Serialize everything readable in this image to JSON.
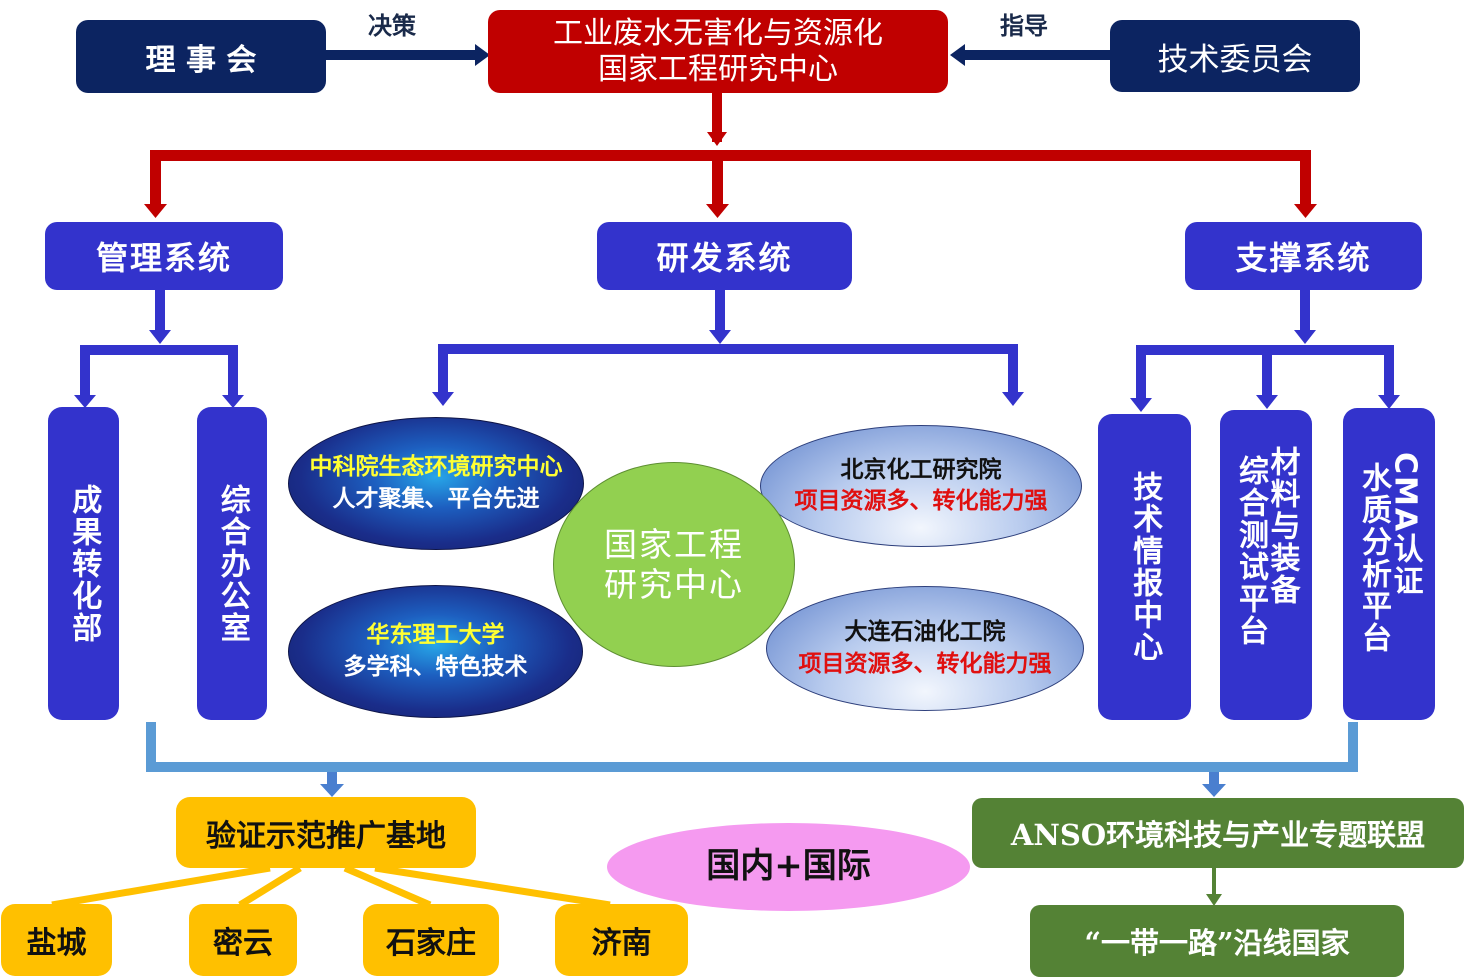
{
  "top": {
    "board": "理 事 会",
    "center_line1": "工业废水无害化与资源化",
    "center_line2": "国家工程研究中心",
    "committee": "技术委员会",
    "left_arrow_label": "决策",
    "right_arrow_label": "指导"
  },
  "systems": {
    "management": "管理系统",
    "rnd": "研发系统",
    "support": "支撑系统"
  },
  "management_units": [
    "成果转化部",
    "综合办公室"
  ],
  "support_units": [
    {
      "lines": [
        "技术情报中心"
      ]
    },
    {
      "lines": [
        "综合测试平台",
        "材料与装备"
      ]
    },
    {
      "lines": [
        "水质分析平台",
        "CMA认证"
      ]
    }
  ],
  "rnd_hub": {
    "center_line1": "国家工程",
    "center_line2": "研究中心",
    "partners": [
      {
        "name": "中科院生态环境研究中心",
        "desc": "人才聚集、平台先进"
      },
      {
        "name": "华东理工大学",
        "desc": "多学科、特色技术"
      },
      {
        "name": "北京化工研究院",
        "desc": "项目资源多、转化能力强"
      },
      {
        "name": "大连石油化工院",
        "desc": "项目资源多、转化能力强"
      }
    ]
  },
  "bottom": {
    "demo_base": "验证示范推广基地",
    "sites": [
      "盐城",
      "密云",
      "石家庄",
      "济南"
    ],
    "scope": "国内+国际",
    "alliance": "ANSO环境科技与产业专题联盟",
    "belt_road": "“一带一路”沿线国家"
  },
  "colors": {
    "navy": "#0c2461",
    "red": "#c00000",
    "system_blue": "#3333cc",
    "light_blue_connector": "#5b9bd5",
    "gold": "#ffc000",
    "green": "#548235",
    "hub_green": "#92d050",
    "pink": "#f59af0"
  }
}
